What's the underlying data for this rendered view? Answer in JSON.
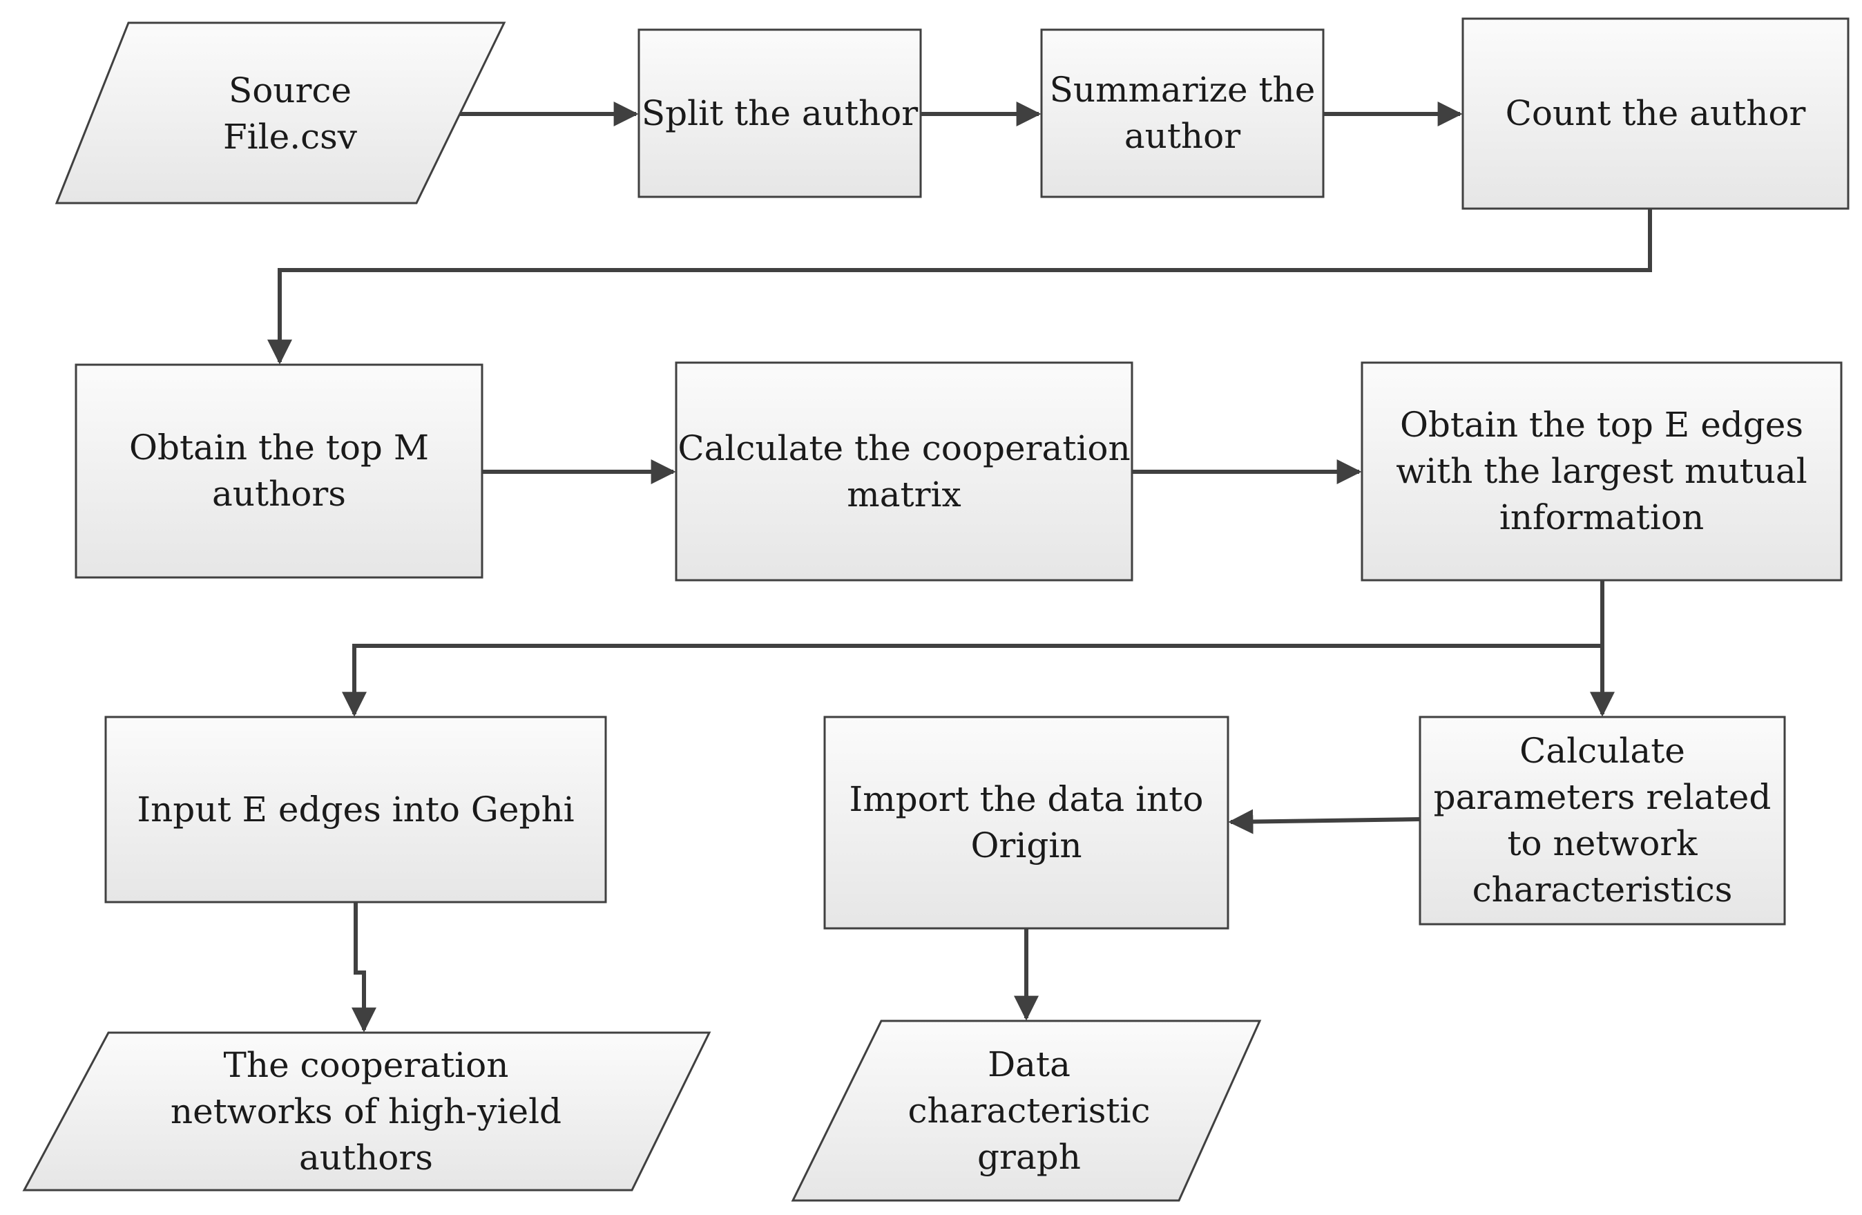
{
  "colors": {
    "box_fill_top": "#fbfbfb",
    "box_fill_bottom": "#e6e6e6",
    "box_stroke": "#404040",
    "arrow": "#404040",
    "text": "#1a1a1a"
  },
  "nodes": {
    "source_file": {
      "shape": "data",
      "label": "Source\nFile.csv"
    },
    "split_author": {
      "shape": "process",
      "label": "Split the author"
    },
    "summarize_author": {
      "shape": "process",
      "label": "Summarize the\nauthor"
    },
    "count_author": {
      "shape": "process",
      "label": "Count the author"
    },
    "top_m_authors": {
      "shape": "process",
      "label": "Obtain the top M\nauthors"
    },
    "cooperation_matrix": {
      "shape": "process",
      "label": "Calculate the cooperation\nmatrix"
    },
    "top_e_edges": {
      "shape": "process",
      "label": "Obtain the top E edges\nwith the largest mutual\ninformation"
    },
    "input_gephi": {
      "shape": "process",
      "label": "Input E edges into Gephi"
    },
    "import_origin": {
      "shape": "process",
      "label": "Import the data into\nOrigin"
    },
    "network_params": {
      "shape": "process",
      "label": "Calculate\nparameters related\nto network\ncharacteristics"
    },
    "cooperation_networks": {
      "shape": "data",
      "label": "The cooperation\nnetworks of high-yield\nauthors"
    },
    "characteristic_graph": {
      "shape": "data",
      "label": "Data\ncharacteristic\ngraph"
    }
  },
  "edges": [
    {
      "from": "source_file",
      "to": "split_author"
    },
    {
      "from": "split_author",
      "to": "summarize_author"
    },
    {
      "from": "summarize_author",
      "to": "count_author"
    },
    {
      "from": "count_author",
      "to": "top_m_authors"
    },
    {
      "from": "top_m_authors",
      "to": "cooperation_matrix"
    },
    {
      "from": "cooperation_matrix",
      "to": "top_e_edges"
    },
    {
      "from": "top_e_edges",
      "to": "input_gephi"
    },
    {
      "from": "top_e_edges",
      "to": "network_params"
    },
    {
      "from": "network_params",
      "to": "import_origin"
    },
    {
      "from": "input_gephi",
      "to": "cooperation_networks"
    },
    {
      "from": "import_origin",
      "to": "characteristic_graph"
    }
  ]
}
